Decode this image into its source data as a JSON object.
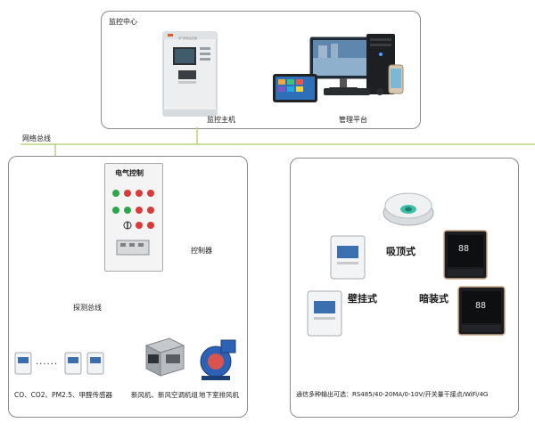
{
  "monitoring_center": {
    "title": "监控中心",
    "host_label": "监控主机",
    "platform_label": "管理平台",
    "panel_brand": "空气质量监控器"
  },
  "network_bus": {
    "label": "网络总线"
  },
  "electrical_control": {
    "title": "电气控制",
    "controller_label": "控制器"
  },
  "probe_bus": {
    "label": "探测总线"
  },
  "sensors": {
    "label": "CO、CO2、PM2.5、甲醛传感器",
    "dots": "......"
  },
  "fan_unit": {
    "label": "新风机、新风空调机组"
  },
  "exhaust_fan": {
    "label": "地下室排风机"
  },
  "options": {
    "ceiling": "吸顶式",
    "wall": "壁挂式",
    "concealed": "暗装式",
    "comm": "通信多种输出可选：RS485/40-20MA/0-10V/开关量干接点/WiFi/4G",
    "thermostat_reading": "88"
  },
  "colors": {
    "bus_line": "#b7d77a",
    "red_line": "#d9534f",
    "border": "#8c8c8c"
  }
}
